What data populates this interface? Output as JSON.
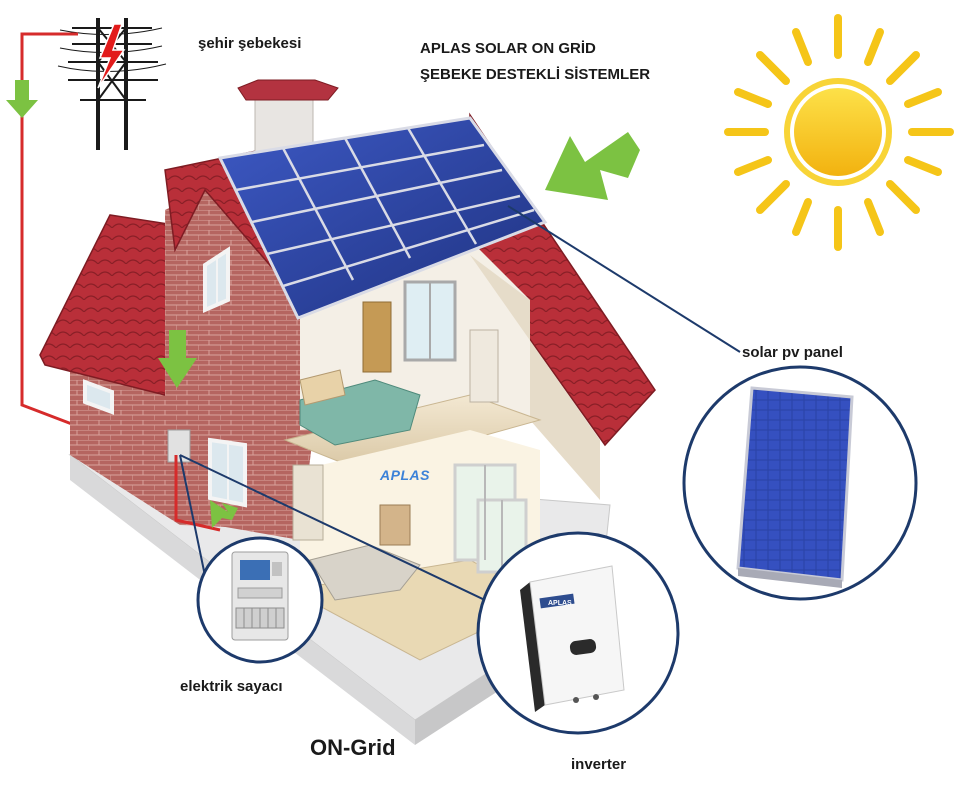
{
  "title": {
    "line1": "APLAS SOLAR ON GRİD",
    "line2": "ŞEBEKE DESTEKLİ SİSTEMLER"
  },
  "labels": {
    "city_grid": "şehir şebekesi",
    "solar_panel": "solar pv panel",
    "meter": "elektrik sayacı",
    "inverter": "inverter",
    "system_type": "ON-Grid"
  },
  "house_brand": "APLAS",
  "inverter_brand": "APLAS",
  "colors": {
    "wire": "#d62b2b",
    "arrow": "#7cc242",
    "sun": "#f5c518",
    "panel": "#2a3f9a",
    "roof": "#b8303a",
    "brick": "#b9625c",
    "circle_border": "#1d3a6b",
    "connector_line": "#1d3a6b"
  },
  "icons": [
    "power-pylon-icon",
    "lightning-icon",
    "sun-icon",
    "flow-arrow-icon",
    "electric-meter-icon",
    "inverter-icon",
    "pv-panel-icon"
  ]
}
